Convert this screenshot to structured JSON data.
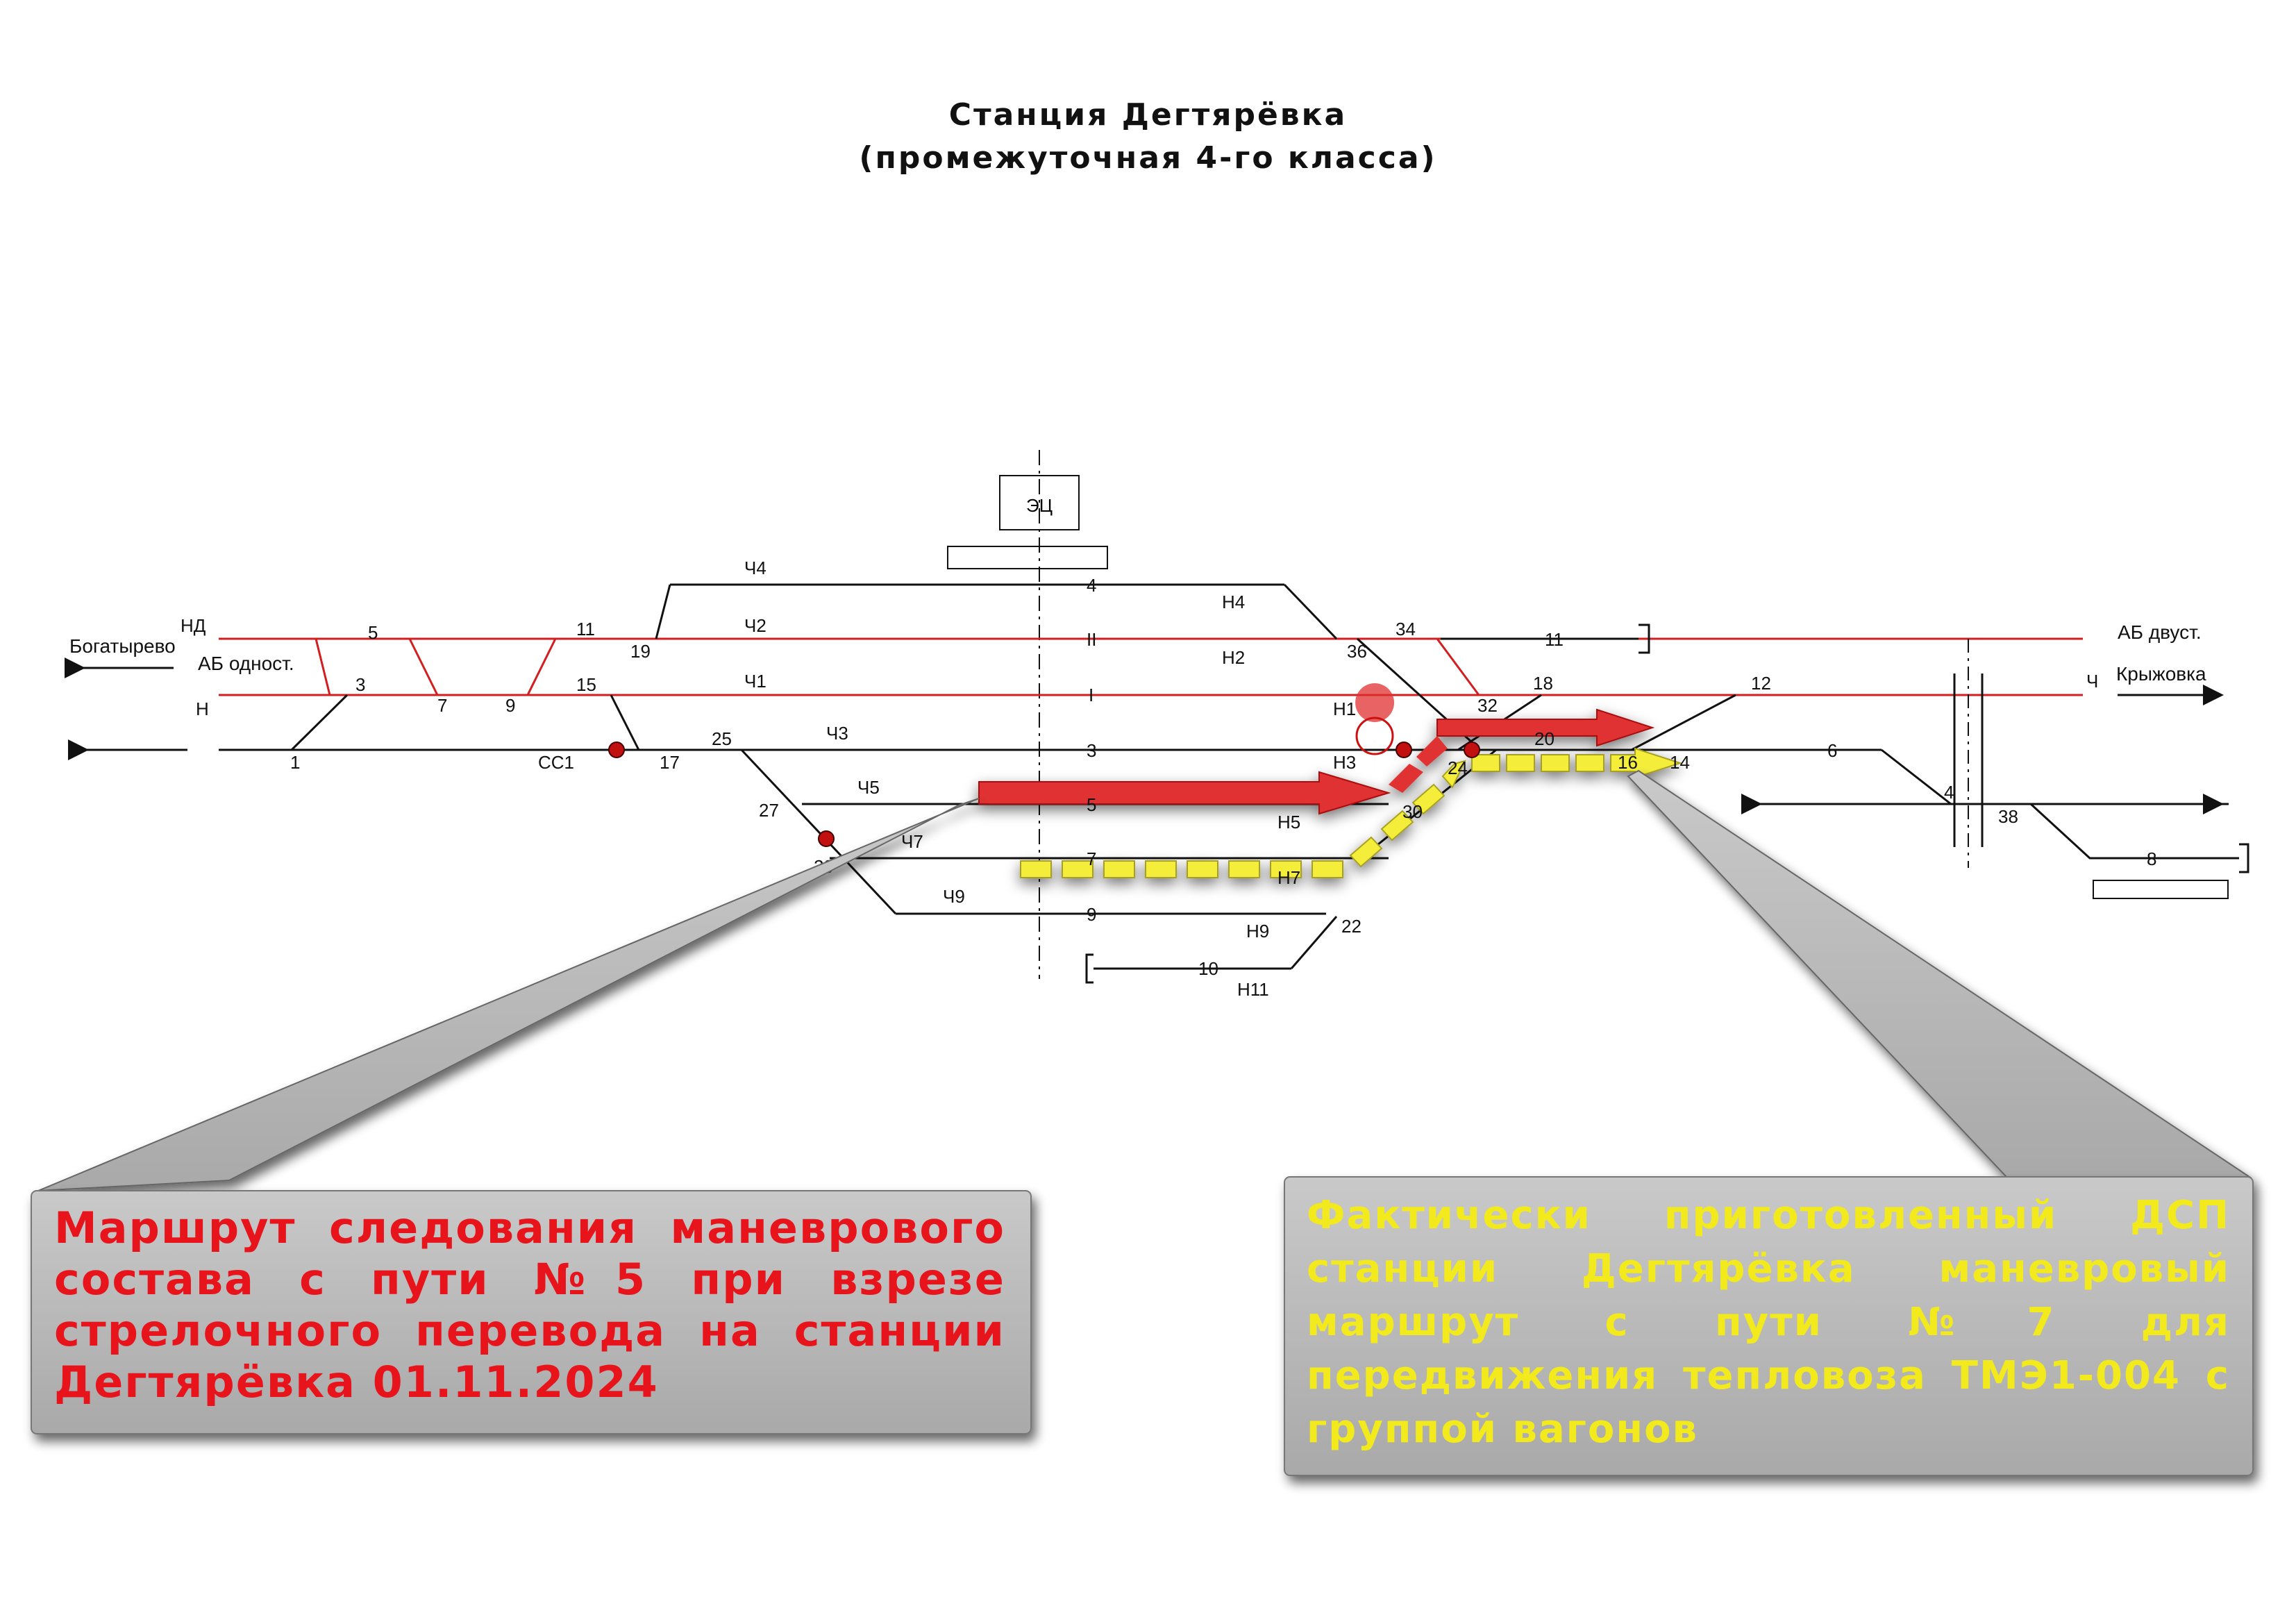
{
  "title": {
    "line1": "Станция Дегтярёвка",
    "line2": "(промежуточная 4-го класса)"
  },
  "labels": {
    "ec": "ЭЦ",
    "bogatyrevo": "Богатырево",
    "ab_odnost": "АБ одност.",
    "ab_dvust": "АБ двуст.",
    "kryzhovka": "Крыжовка",
    "nd": "НД",
    "n": "Н",
    "ch": "Ч",
    "ss1": "СС1"
  },
  "tracks": {
    "t4": "4",
    "tII": "II",
    "tI": "I",
    "t3": "3",
    "t5": "5",
    "t7": "7",
    "t9": "9",
    "t10": "10",
    "t11": "11",
    "t6": "6",
    "t8": "8"
  },
  "signals": {
    "ch4": "Ч4",
    "ch2": "Ч2",
    "ch1": "Ч1",
    "ch3": "Ч3",
    "ch5": "Ч5",
    "ch7": "Ч7",
    "ch9": "Ч9",
    "n4": "Н4",
    "n2": "Н2",
    "n1": "Н1",
    "n3": "Н3",
    "n5": "Н5",
    "n7": "Н7",
    "n9": "Н9",
    "n11": "Н11"
  },
  "switches": {
    "s1": "1",
    "s3": "3",
    "s5": "5",
    "s7": "7",
    "s9": "9",
    "s11": "11",
    "s15": "15",
    "s17": "17",
    "s19": "19",
    "s25": "25",
    "s27": "27",
    "s29": "29",
    "s36": "36",
    "s34": "34",
    "s32": "32",
    "s18": "18",
    "s12": "12",
    "s14": "14",
    "s20": "20",
    "s16": "16",
    "s24": "24",
    "s30": "30",
    "s22": "22",
    "s4": "4",
    "s38": "38"
  },
  "callouts": {
    "red": {
      "text": "Маршрут следования маневрового состава с пути №5 при взрезе стрелочного перевода на станции Дегтярёвка 01.11.2024",
      "color": "#e8141c"
    },
    "yellow": {
      "text": "Фактически приготовленный ДСП станции Дегтярёвка маневровый маршрут с пути №7 для передвижения тепловоза ТМЭ1-004 с группой вагонов",
      "color": "#f2ea1c"
    }
  },
  "colors": {
    "red_track": "#d21e1e",
    "route_red": "#e03030",
    "route_yellow": "#f4ee3a",
    "callout_bg": "#bdbdbd"
  }
}
